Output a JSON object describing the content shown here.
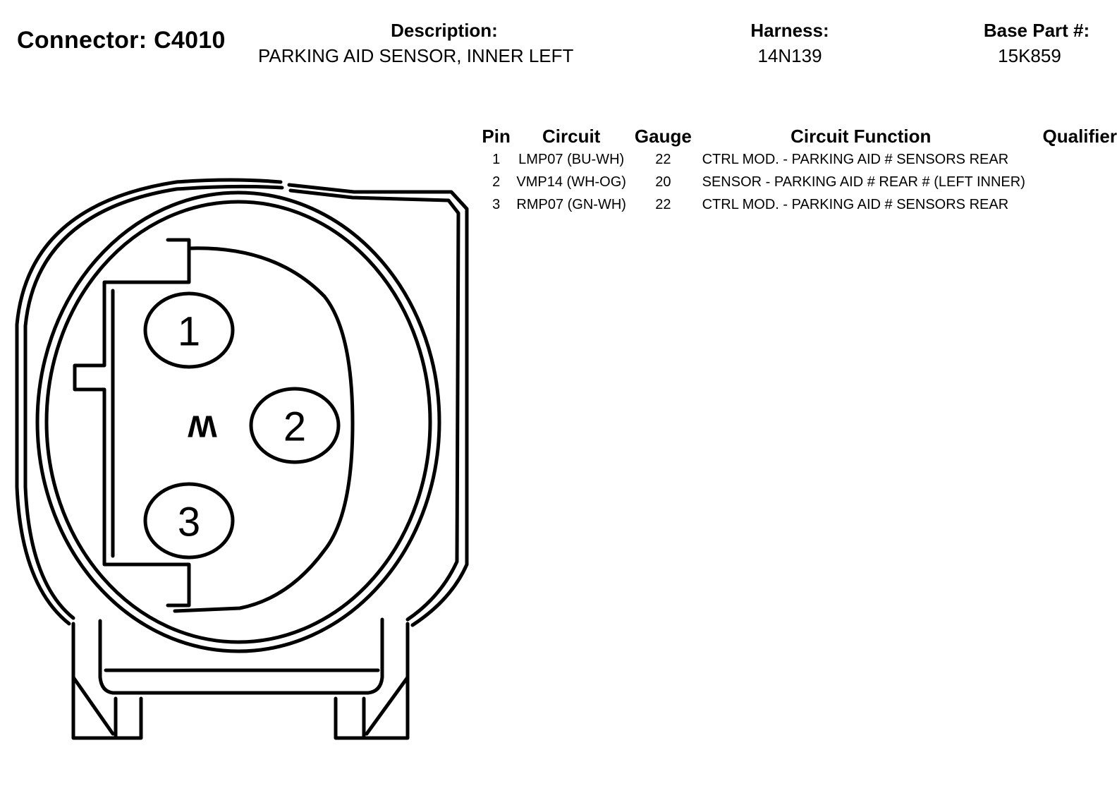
{
  "header": {
    "connector_title": "Connector: C4010",
    "description_label": "Description:",
    "description_value": "PARKING AID SENSOR, INNER LEFT",
    "harness_label": "Harness:",
    "harness_value": "14N139",
    "base_part_label": "Base Part #:",
    "base_part_value": "15K859"
  },
  "table": {
    "columns": [
      "Pin",
      "Circuit",
      "Gauge",
      "Circuit Function",
      "Qualifier"
    ],
    "rows": [
      {
        "pin": "1",
        "circuit": "LMP07 (BU-WH)",
        "gauge": "22",
        "function": "CTRL MOD. - PARKING AID # SENSORS REAR",
        "qualifier": ""
      },
      {
        "pin": "2",
        "circuit": "VMP14 (WH-OG)",
        "gauge": "20",
        "function": "SENSOR - PARKING AID # REAR # (LEFT INNER)",
        "qualifier": ""
      },
      {
        "pin": "3",
        "circuit": "RMP07 (GN-WH)",
        "gauge": "22",
        "function": "CTRL MOD. - PARKING AID # SENSORS REAR",
        "qualifier": ""
      }
    ]
  },
  "diagram": {
    "pins": [
      "1",
      "2",
      "3"
    ],
    "key_label": "W",
    "line_color": "#000000"
  }
}
